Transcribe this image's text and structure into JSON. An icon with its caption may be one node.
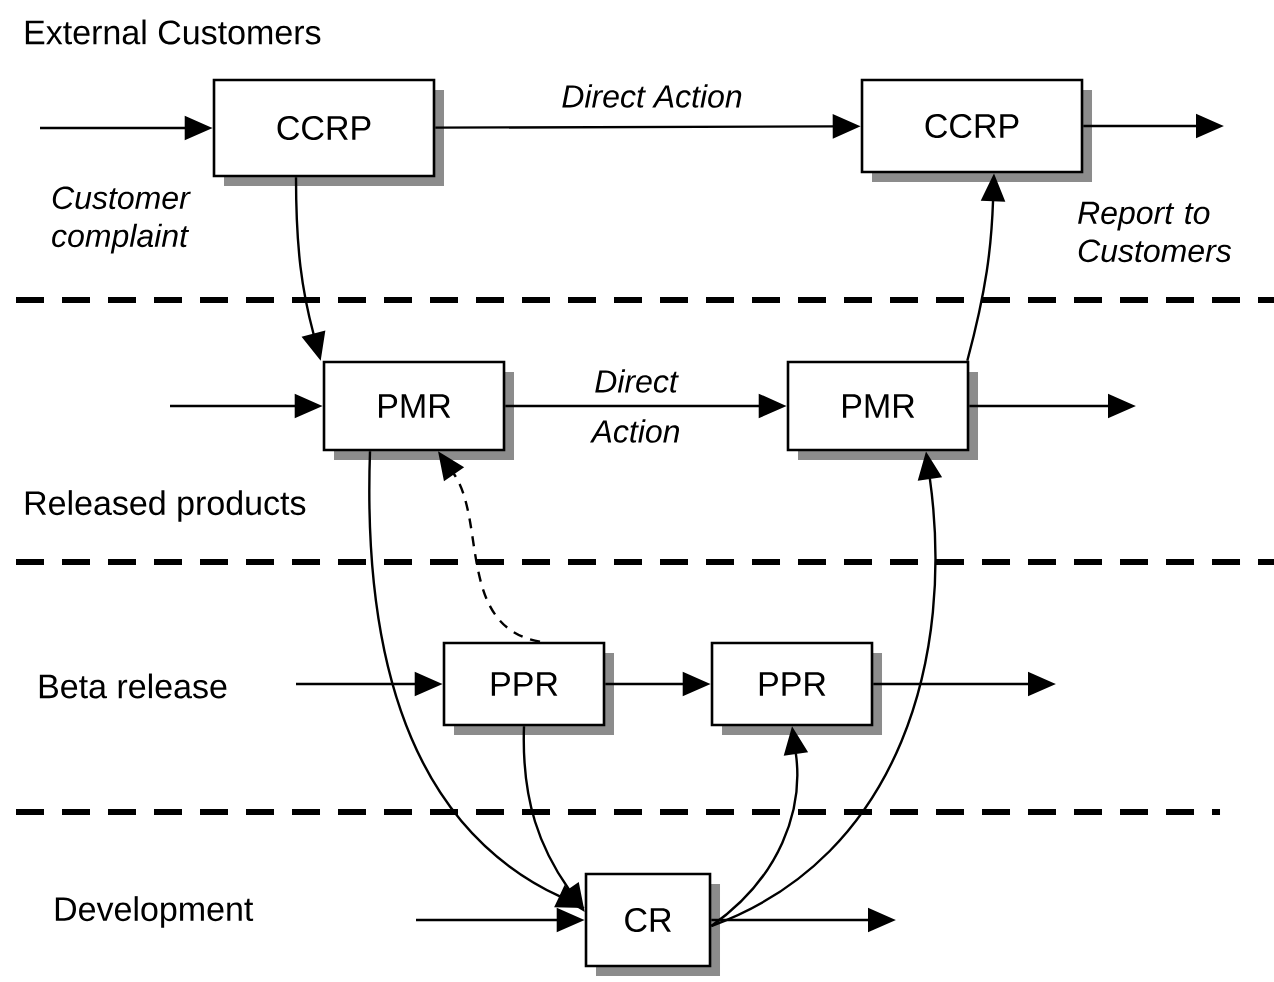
{
  "diagram": {
    "nodes": [
      {
        "text": [
          "CCRP"
        ]
      },
      {
        "text": [
          "CCRP"
        ]
      },
      {
        "text": [
          "PMR"
        ]
      },
      {
        "text": [
          "PMR"
        ]
      },
      {
        "text": [
          "PPR"
        ]
      },
      {
        "text": [
          "PPR"
        ]
      },
      {
        "text": [
          "CR"
        ]
      }
    ],
    "edges": [
      {
        "from": null,
        "to": 0,
        "arrow": "to"
      },
      {
        "from": 0,
        "to": 1,
        "arrow": "to",
        "label": "Direct Action"
      },
      {
        "from": 1,
        "to": null,
        "arrow": "to"
      },
      {
        "from": 0,
        "to": 2,
        "arrow": "to"
      },
      {
        "from": 2,
        "to": 3,
        "arrow": "to",
        "label": "Direct Action"
      },
      {
        "from": null,
        "to": 2,
        "arrow": "to"
      },
      {
        "from": 3,
        "to": null,
        "arrow": "to"
      },
      {
        "from": 3,
        "to": 1,
        "arrow": "to"
      },
      {
        "from": 4,
        "to": 2,
        "arrow": "to",
        "style": "dashed"
      },
      {
        "from": 2,
        "to": 6,
        "arrow": "to"
      },
      {
        "from": null,
        "to": 4,
        "arrow": "to"
      },
      {
        "from": 4,
        "to": 5,
        "arrow": "to"
      },
      {
        "from": 5,
        "to": null,
        "arrow": "to"
      },
      {
        "from": 4,
        "to": 6,
        "arrow": "to"
      },
      {
        "from": 6,
        "to": 5,
        "arrow": "to"
      },
      {
        "from": 6,
        "to": 3,
        "arrow": "to"
      },
      {
        "from": null,
        "to": 6,
        "arrow": "to"
      },
      {
        "from": 6,
        "to": null,
        "arrow": "to"
      }
    ],
    "labels": [
      "External Customers",
      "Customer complaint",
      "Report to Customers",
      "Released products",
      "Beta release",
      "Development"
    ]
  }
}
